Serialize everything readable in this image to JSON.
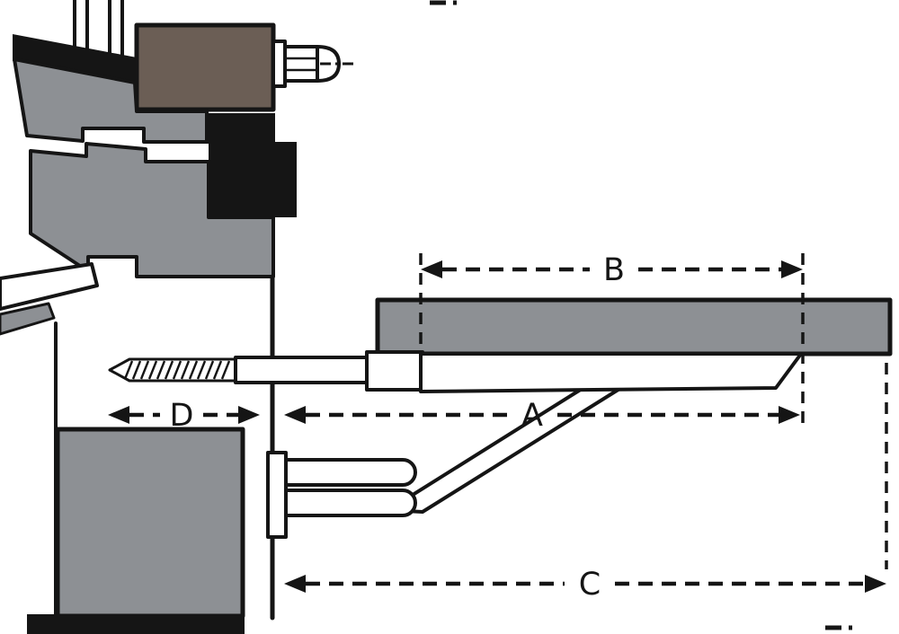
{
  "diagram": {
    "dimension_labels": {
      "a": "A",
      "b": "B",
      "c": "C",
      "d": "D"
    },
    "palette": {
      "profile_gray": "#8d9094",
      "hardware_brown": "#6b5e55",
      "line_black": "#151515",
      "background_white": "#ffffff"
    }
  }
}
